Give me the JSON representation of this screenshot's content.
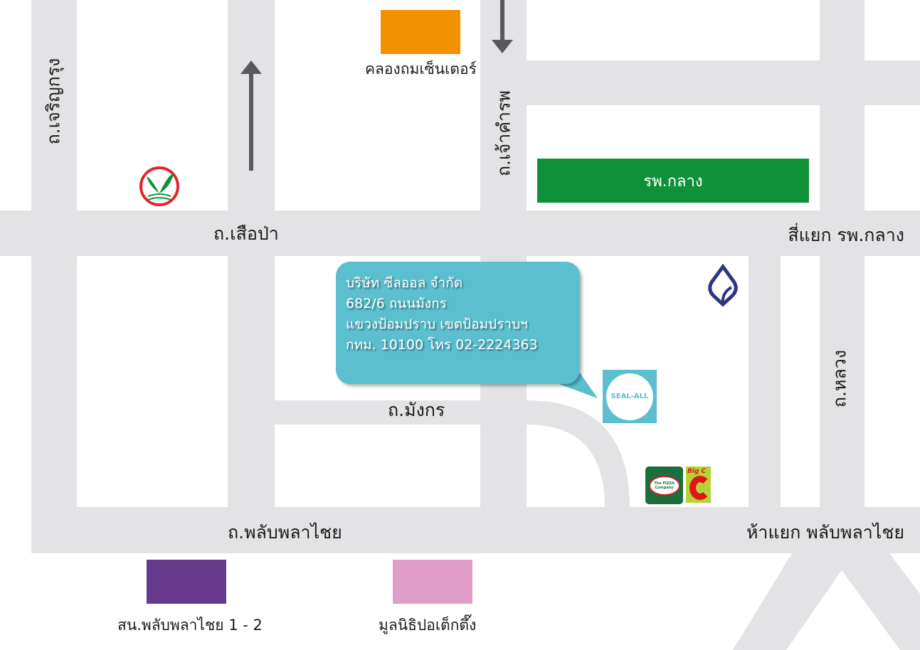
{
  "roads": {
    "charoen_krung": "ถ.เจริญกรุง",
    "suea_pa": "ถ.เสือป่า",
    "chao_khamrop": "ถ.เจ้าคำรพ",
    "mangkon": "ถ.มังกร",
    "luang": "ถ.หลวง",
    "phlap_phla_chai": "ถ.พลับพลาไชย",
    "intersection_hospital": "สี่แยก รพ.กลาง",
    "intersection_phlap": "ห้าแยก พลับพลาไชย"
  },
  "landmarks": {
    "khlong_thom_center": "คลองถมเซ็นเตอร์",
    "central_hospital": "รพ.กลาง",
    "police_station": "สน.พลับพลาไชย 1 - 2",
    "poh_teck_tung": "มูลนิธิปอเต็กตึ๊ง"
  },
  "company": {
    "lines": [
      "บริษัท ซีลออล จำกัด",
      "682/6 ถนนมังกร",
      "แขวงป้อมปราบ เขตป้อมปราบฯ",
      "กทม. 10100 โทร 02-2224363"
    ],
    "logo_text": "SEAL-ALL"
  },
  "logos": {
    "pizza": "The PIZZA Company",
    "bigc": "Big C"
  },
  "colors": {
    "road": "#e3e3e5",
    "khlong_thom": "#f39200",
    "hospital": "#0e9139",
    "police": "#673a8e",
    "foundation": "#e09ec8",
    "bubble": "#5bbfcf",
    "arrow": "#58595b"
  }
}
